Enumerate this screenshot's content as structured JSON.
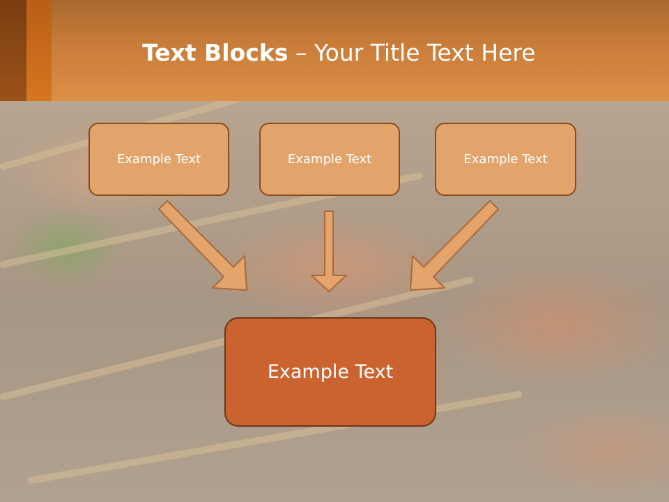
{
  "slide": {
    "title_bold": "Text Blocks",
    "title_rest": "– Your Title Text Here",
    "top_boxes": [
      {
        "label": "Example Text"
      },
      {
        "label": "Example Text"
      },
      {
        "label": "Example Text"
      }
    ],
    "main_box": {
      "label": "Example Text"
    }
  },
  "colors": {
    "header_orange": "#d98a42",
    "box_fill": "#e3a46c",
    "main_box_fill": "#cb6331",
    "border_brown": "#8a4a1d"
  },
  "icons": {
    "arrows": [
      "arrow-down-right-icon",
      "arrow-down-icon",
      "arrow-down-left-icon"
    ]
  }
}
